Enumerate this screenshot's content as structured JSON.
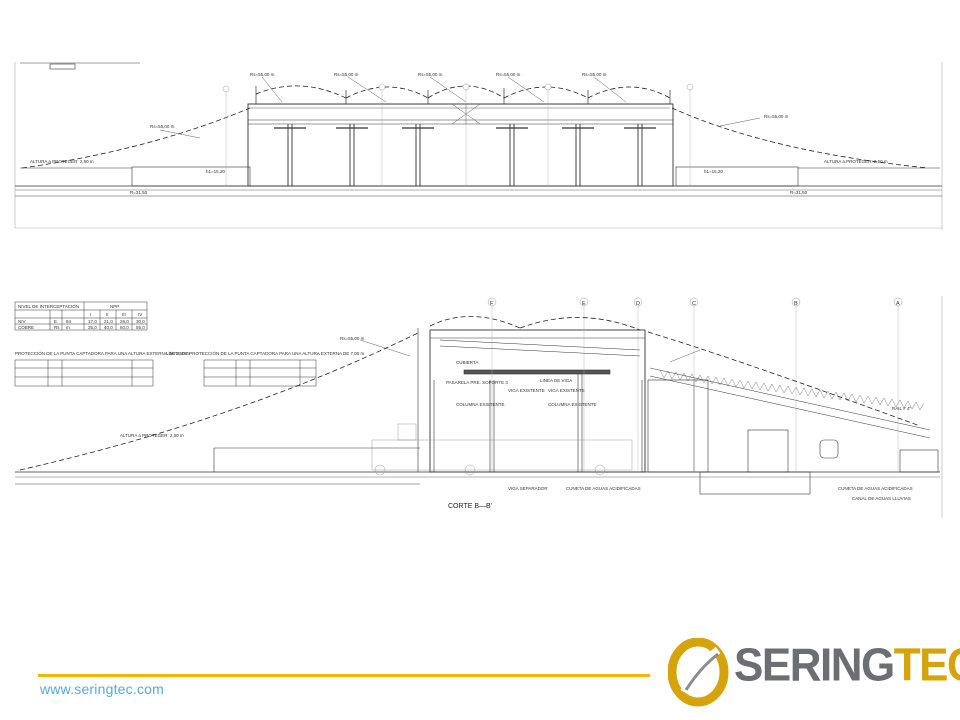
{
  "top_section": {
    "radius_labels": [
      "Rs=55,00 m",
      "Rs=55,00 m",
      "Rs=55,00 m",
      "Rs=55,00 m",
      "Rs=55,00 m"
    ],
    "left_radius": "Rs=55,00 m",
    "right_radius": "Rs=55,00 m",
    "left_height": "ALTURA a PROTEGER: 2,50 m",
    "right_height": "ALTURA a PROTEGER: 2,50 m",
    "left_level": "h1=15,20",
    "right_level": "h1=15,20",
    "left_base": "R=31,50",
    "right_base": "R=31,50"
  },
  "bottom_section": {
    "table_title": "NIVEL DE INTERCEPTACIÓN",
    "table_header": [
      "NPP",
      "I",
      "II",
      "III",
      "IV"
    ],
    "table_rows": [
      [
        "NIV",
        "E",
        "84",
        "17,0",
        "21,0",
        "26,0",
        "30,0"
      ],
      [
        "COBRE",
        "Rs",
        "m",
        "35,0",
        "40,0",
        "50,0",
        "55,0"
      ]
    ],
    "protection_title_left": "PROTECCIÓN DE LA PUNTA CAPTADORA PARA UNA ALTURA EXTERNA DE 2,50 m",
    "protection_title_right": "LÍMITE DE PROTECCIÓN DE LA PUNTA CAPTADORA PARA UNA ALTURA EXTERNA DE 7,00 m",
    "height_label": "ALTURA a PROTEGER: 2,50 m",
    "radius_label": "Rs=55,00 m",
    "section_title": "CORTE B—B'",
    "annotations": [
      "CUBIERTA",
      "PASARELA PRE. SOPORTE 3",
      "VIGA EXISTENTE",
      "LINEA DE VIGA",
      "VIGA EXISTENTE",
      "COLUMNA EXISTENTE",
      "COLUMNA EXISTENTE",
      "VIGA SEPARADOR",
      "CUNETA DE AGUAS ACIDIFICADAS",
      "CUNETA DE AGUAS ACIDIFICADAS",
      "CANAL DE AGUAS LLUVIAS",
      "RAIL # 4\""
    ],
    "grid_letters": [
      "F",
      "E",
      "D",
      "C",
      "B",
      "A"
    ]
  },
  "footer": {
    "website": "www.seringtec.com",
    "logo_text_gray": "SERING",
    "logo_text_gold": "TEC"
  },
  "colors": {
    "accent_gold": "#d4a40a",
    "logo_gray": "#6b6e72",
    "website_blue": "#5aa8d6",
    "footer_line": "#f2b705"
  }
}
